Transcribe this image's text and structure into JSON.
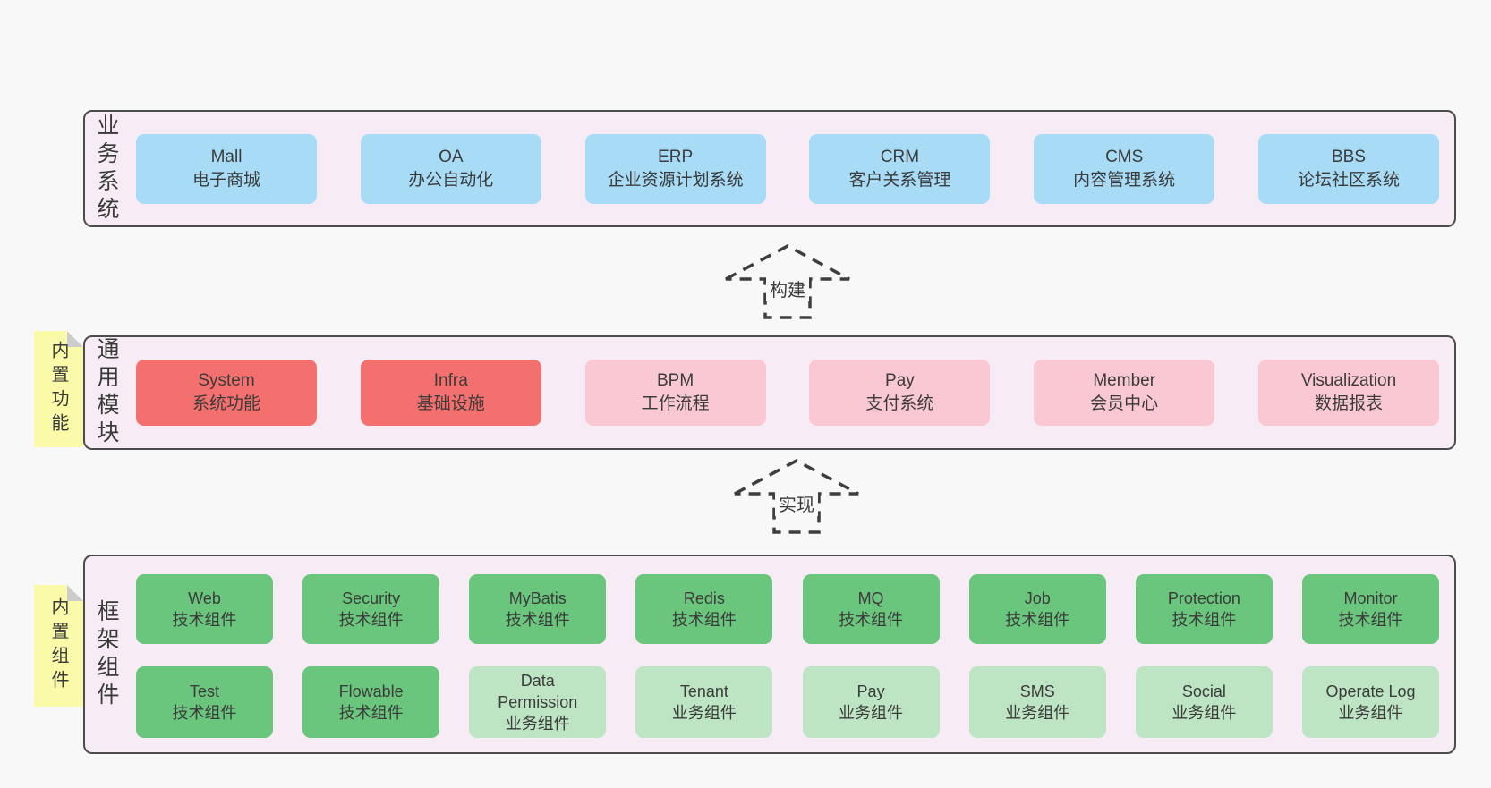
{
  "colors": {
    "page_bg": "#f8f8f8",
    "band_bg": "#f7ecf5",
    "band_border": "#4c4c4c",
    "text": "#3b3b3b",
    "arrow": "#3e3e3e",
    "blue": "#a8dbf5",
    "red": "#f3706e",
    "pink": "#f9c8d2",
    "green": "#6bc67d",
    "green_light": "#bee5c3",
    "yellow": "#fafaa8",
    "fold": "#cccccc"
  },
  "arrows": [
    {
      "label": "构建",
      "direction": "up"
    },
    {
      "label": "实现",
      "direction": "up"
    }
  ],
  "layers": [
    {
      "label": "业务系统",
      "boxes": [
        {
          "title": "Mall",
          "subtitle": "电子商城",
          "color": "blue"
        },
        {
          "title": "OA",
          "subtitle": "办公自动化",
          "color": "blue"
        },
        {
          "title": "ERP",
          "subtitle": "企业资源计划系统",
          "color": "blue"
        },
        {
          "title": "CRM",
          "subtitle": "客户关系管理",
          "color": "blue"
        },
        {
          "title": "CMS",
          "subtitle": "内容管理系统",
          "color": "blue"
        },
        {
          "title": "BBS",
          "subtitle": "论坛社区系统",
          "color": "blue"
        }
      ]
    },
    {
      "label": "通用模块",
      "note": "内置功能",
      "boxes": [
        {
          "title": "System",
          "subtitle": "系统功能",
          "color": "red"
        },
        {
          "title": "Infra",
          "subtitle": "基础设施",
          "color": "red"
        },
        {
          "title": "BPM",
          "subtitle": "工作流程",
          "color": "pink"
        },
        {
          "title": "Pay",
          "subtitle": "支付系统",
          "color": "pink"
        },
        {
          "title": "Member",
          "subtitle": "会员中心",
          "color": "pink"
        },
        {
          "title": "Visualization",
          "subtitle": "数据报表",
          "color": "pink"
        }
      ]
    },
    {
      "label": "框架组件",
      "note": "内置组件",
      "rows": [
        [
          {
            "title": "Web",
            "subtitle": "技术组件",
            "color": "green"
          },
          {
            "title": "Security",
            "subtitle": "技术组件",
            "color": "green"
          },
          {
            "title": "MyBatis",
            "subtitle": "技术组件",
            "color": "green"
          },
          {
            "title": "Redis",
            "subtitle": "技术组件",
            "color": "green"
          },
          {
            "title": "MQ",
            "subtitle": "技术组件",
            "color": "green"
          },
          {
            "title": "Job",
            "subtitle": "技术组件",
            "color": "green"
          },
          {
            "title": "Protection",
            "subtitle": "技术组件",
            "color": "green"
          },
          {
            "title": "Monitor",
            "subtitle": "技术组件",
            "color": "green"
          }
        ],
        [
          {
            "title": "Test",
            "subtitle": "技术组件",
            "color": "green"
          },
          {
            "title": "Flowable",
            "subtitle": "技术组件",
            "color": "green"
          },
          {
            "title": "Data Permission",
            "subtitle": "业务组件",
            "color": "green_light"
          },
          {
            "title": "Tenant",
            "subtitle": "业务组件",
            "color": "green_light"
          },
          {
            "title": "Pay",
            "subtitle": "业务组件",
            "color": "green_light"
          },
          {
            "title": "SMS",
            "subtitle": "业务组件",
            "color": "green_light"
          },
          {
            "title": "Social",
            "subtitle": "业务组件",
            "color": "green_light"
          },
          {
            "title": "Operate Log",
            "subtitle": "业务组件",
            "color": "green_light"
          }
        ]
      ]
    }
  ]
}
